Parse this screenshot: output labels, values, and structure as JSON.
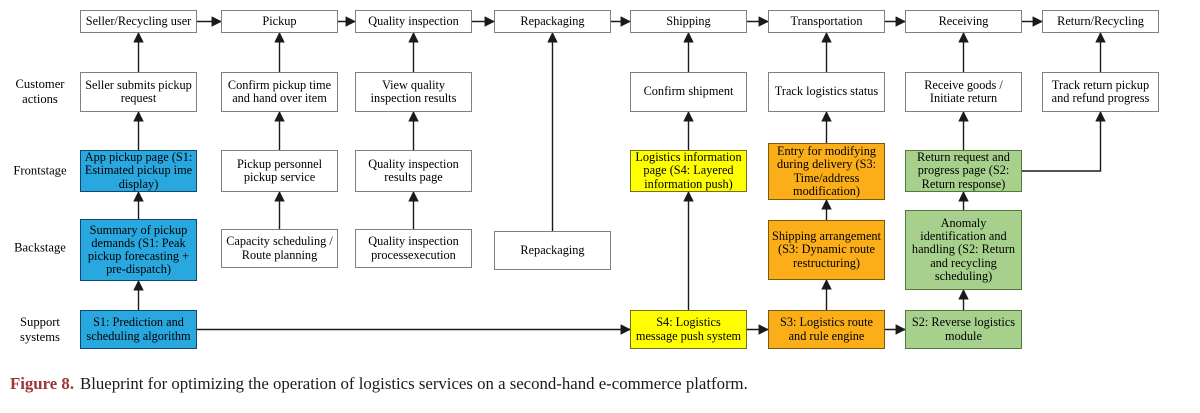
{
  "figure": {
    "caption_label": "Figure 8.",
    "caption_text": "Blueprint for optimizing the operation of logistics services on a second-hand e-commerce platform."
  },
  "row_labels": [
    "Customer actions",
    "Frontstage",
    "Backstage",
    "Support systems"
  ],
  "colors": {
    "line": "#1a1a1a",
    "caption_label": "#9d3439",
    "white": "#ffffff",
    "white_border": "#7f7f7f",
    "blue": "#29a8e0",
    "blue_border": "#11486f",
    "yellow": "#ffff00",
    "yellow_border": "#6f6f28",
    "orange": "#fbae17",
    "orange_border": "#7a5a10",
    "green": "#a8d08d",
    "green_border": "#4f7a38"
  },
  "nodes": [
    {
      "id": "top-seller",
      "label": "Seller/Recycling user",
      "row": "top",
      "col": 1,
      "color": "white"
    },
    {
      "id": "top-pickup",
      "label": "Pickup",
      "row": "top",
      "col": 2,
      "color": "white"
    },
    {
      "id": "top-qi",
      "label": "Quality inspection",
      "row": "top",
      "col": 3,
      "color": "white"
    },
    {
      "id": "top-repackaging",
      "label": "Repackaging",
      "row": "top",
      "col": 4,
      "color": "white"
    },
    {
      "id": "top-shipping",
      "label": "Shipping",
      "row": "top",
      "col": 5,
      "color": "white"
    },
    {
      "id": "top-transportation",
      "label": "Transportation",
      "row": "top",
      "col": 6,
      "color": "white"
    },
    {
      "id": "top-receiving",
      "label": "Receiving",
      "row": "top",
      "col": 7,
      "color": "white"
    },
    {
      "id": "top-return",
      "label": "Return/Recycling",
      "row": "top",
      "col": 8,
      "color": "white"
    },
    {
      "id": "ca-seller-submits",
      "label": "Seller submits pickup request",
      "row": "customer",
      "col": 1,
      "color": "white"
    },
    {
      "id": "ca-confirm-pickup",
      "label": "Confirm pickup time and hand over item",
      "row": "customer",
      "col": 2,
      "color": "white"
    },
    {
      "id": "ca-view-qi",
      "label": "View quality inspection results",
      "row": "customer",
      "col": 3,
      "color": "white"
    },
    {
      "id": "ca-confirm-shipment",
      "label": "Confirm shipment",
      "row": "customer",
      "col": 5,
      "color": "white"
    },
    {
      "id": "ca-track-logistics",
      "label": "Track logistics status",
      "row": "customer",
      "col": 6,
      "color": "white"
    },
    {
      "id": "ca-receive-goods",
      "label": "Receive goods / Initiate return",
      "row": "customer",
      "col": 7,
      "color": "white"
    },
    {
      "id": "ca-track-return",
      "label": "Track return pickup and refund progress",
      "row": "customer",
      "col": 8,
      "color": "white"
    },
    {
      "id": "fs-app-pickup",
      "label": "App pickup page (S1: Estimated pickup ime display)",
      "row": "frontstage",
      "col": 1,
      "color": "blue"
    },
    {
      "id": "fs-pickup-personnel",
      "label": "Pickup personnel pickup service",
      "row": "frontstage",
      "col": 2,
      "color": "white"
    },
    {
      "id": "fs-qi-results",
      "label": "Quality inspection results page",
      "row": "frontstage",
      "col": 3,
      "color": "white"
    },
    {
      "id": "fs-logistics-info",
      "label": "Logistics information page (S4: Layered information push)",
      "row": "frontstage",
      "col": 5,
      "color": "yellow"
    },
    {
      "id": "fs-entry-modify",
      "label": "Entry for modifying during delivery (S3: Time/address modification)",
      "row": "frontstage",
      "col": 6,
      "color": "orange"
    },
    {
      "id": "fs-return-request",
      "label": "Return request and progress page (S2: Return response)",
      "row": "frontstage",
      "col": 7,
      "color": "green"
    },
    {
      "id": "bs-summary",
      "label": "Summary of pickup demands (S1: Peak pickup forecasting + pre-dispatch)",
      "row": "backstage",
      "col": 1,
      "color": "blue"
    },
    {
      "id": "bs-capacity",
      "label": "Capacity scheduling / Route planning",
      "row": "backstage",
      "col": 2,
      "color": "white"
    },
    {
      "id": "bs-qi-process",
      "label": "Quality inspection processexecution",
      "row": "backstage",
      "col": 3,
      "color": "white"
    },
    {
      "id": "bs-repackaging",
      "label": "Repackaging",
      "row": "backstage",
      "col": 4,
      "color": "white"
    },
    {
      "id": "bs-shipping-arrangement",
      "label": "Shipping arrangement (S3: Dynamic route restructuring)",
      "row": "backstage",
      "col": 6,
      "color": "orange"
    },
    {
      "id": "bs-anomaly",
      "label": "Anomaly identification and handling (S2: Return and recycling scheduling)",
      "row": "backstage",
      "col": 7,
      "color": "green"
    },
    {
      "id": "ss-s1",
      "label": "S1: Prediction and scheduling algorithm",
      "row": "support",
      "col": 1,
      "color": "blue"
    },
    {
      "id": "ss-s4",
      "label": "S4: Logistics message push system",
      "row": "support",
      "col": 5,
      "color": "yellow"
    },
    {
      "id": "ss-s3",
      "label": "S3: Logistics route and rule engine",
      "row": "support",
      "col": 6,
      "color": "orange"
    },
    {
      "id": "ss-s2",
      "label": "S2: Reverse logistics module",
      "row": "support",
      "col": 7,
      "color": "green"
    }
  ],
  "edges": [
    {
      "from": "top-seller",
      "to": "top-pickup",
      "type": "right"
    },
    {
      "from": "top-pickup",
      "to": "top-qi",
      "type": "right"
    },
    {
      "from": "top-qi",
      "to": "top-repackaging",
      "type": "right"
    },
    {
      "from": "top-repackaging",
      "to": "top-shipping",
      "type": "right"
    },
    {
      "from": "top-shipping",
      "to": "top-transportation",
      "type": "right"
    },
    {
      "from": "top-transportation",
      "to": "top-receiving",
      "type": "right"
    },
    {
      "from": "top-receiving",
      "to": "top-return",
      "type": "right"
    },
    {
      "from": "ca-seller-submits",
      "to": "top-seller",
      "type": "up"
    },
    {
      "from": "fs-app-pickup",
      "to": "ca-seller-submits",
      "type": "up"
    },
    {
      "from": "bs-summary",
      "to": "fs-app-pickup",
      "type": "up"
    },
    {
      "from": "ss-s1",
      "to": "bs-summary",
      "type": "up"
    },
    {
      "from": "ca-confirm-pickup",
      "to": "top-pickup",
      "type": "up"
    },
    {
      "from": "fs-pickup-personnel",
      "to": "ca-confirm-pickup",
      "type": "up"
    },
    {
      "from": "bs-capacity",
      "to": "fs-pickup-personnel",
      "type": "up"
    },
    {
      "from": "ca-view-qi",
      "to": "top-qi",
      "type": "up"
    },
    {
      "from": "fs-qi-results",
      "to": "ca-view-qi",
      "type": "up"
    },
    {
      "from": "bs-qi-process",
      "to": "fs-qi-results",
      "type": "up"
    },
    {
      "from": "bs-repackaging",
      "to": "top-repackaging",
      "type": "up"
    },
    {
      "from": "ca-confirm-shipment",
      "to": "top-shipping",
      "type": "up"
    },
    {
      "from": "fs-logistics-info",
      "to": "ca-confirm-shipment",
      "type": "up"
    },
    {
      "from": "ss-s4",
      "to": "fs-logistics-info",
      "type": "up"
    },
    {
      "from": "ca-track-logistics",
      "to": "top-transportation",
      "type": "up"
    },
    {
      "from": "fs-entry-modify",
      "to": "ca-track-logistics",
      "type": "up"
    },
    {
      "from": "bs-shipping-arrangement",
      "to": "fs-entry-modify",
      "type": "up"
    },
    {
      "from": "ss-s3",
      "to": "bs-shipping-arrangement",
      "type": "up"
    },
    {
      "from": "ca-receive-goods",
      "to": "top-receiving",
      "type": "up"
    },
    {
      "from": "fs-return-request",
      "to": "ca-receive-goods",
      "type": "up"
    },
    {
      "from": "bs-anomaly",
      "to": "fs-return-request",
      "type": "up"
    },
    {
      "from": "ss-s2",
      "to": "bs-anomaly",
      "type": "up"
    },
    {
      "from": "ca-track-return",
      "to": "top-return",
      "type": "up"
    },
    {
      "from": "fs-return-request",
      "to": "ca-track-return",
      "type": "elbow"
    },
    {
      "from": "ss-s1",
      "to": "ss-s4",
      "type": "right"
    },
    {
      "from": "ss-s4",
      "to": "ss-s3",
      "type": "right"
    },
    {
      "from": "ss-s3",
      "to": "ss-s2",
      "type": "right"
    }
  ]
}
